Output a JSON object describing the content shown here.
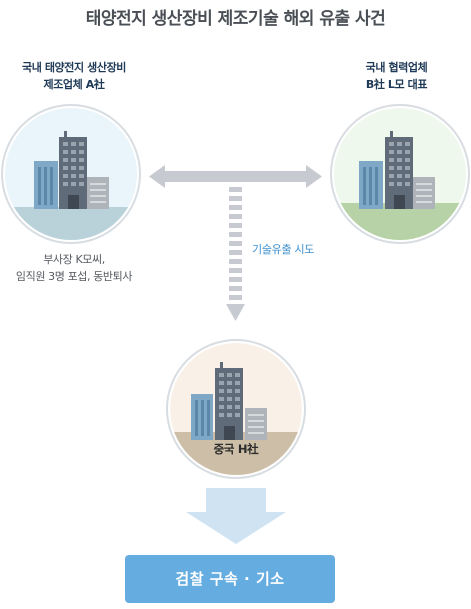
{
  "title": "태양전지 생산장비 제조기술 해외 유출 사건",
  "left_company": {
    "line1": "국내 태양전지 생산장비",
    "line2": "제조업체 A社",
    "note_line1": "부사장 K모씨,",
    "note_line2": "임직원 3명 포섭, 동반퇴사"
  },
  "right_company": {
    "line1": "국내 협력업체",
    "line2": "B社 L모 대표"
  },
  "flow_label": "기술유출 시도",
  "china_company": "중국 H社",
  "result_label": "검찰 구속 · 기소",
  "colors": {
    "left_circle_bg": "#eaf4fb",
    "left_ground": "#b9d2da",
    "right_circle_bg": "#eef8ec",
    "right_ground": "#b6d2a6",
    "china_circle_bg": "#f9f1e8",
    "china_ground": "#cdbfa7",
    "arrow_gray": "#c7cbd1",
    "down_arrow": "#cfe3f2",
    "button": "#65ace0"
  }
}
